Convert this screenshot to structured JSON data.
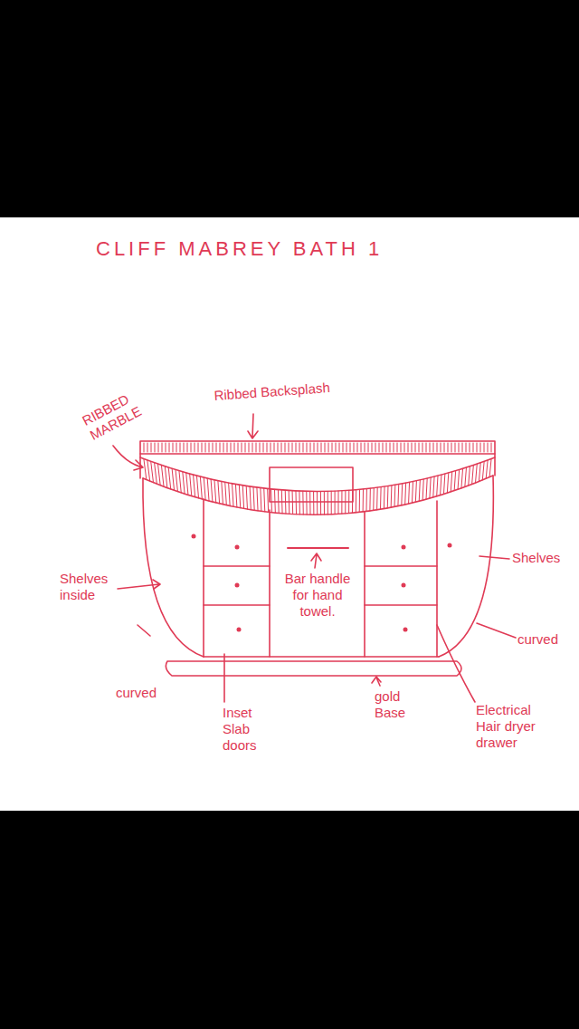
{
  "diagram": {
    "title": "CLIFF MABREY BATH 1",
    "labels": [
      "Ribbed Backsplash",
      "RIBBED MARBLE",
      "Shelves inside",
      "Bar handle for hand towel.",
      "Shelves",
      "curved",
      "curved",
      "Inset Slab doors",
      "gold Base",
      "Electrical Hair dryer drawer"
    ]
  }
}
